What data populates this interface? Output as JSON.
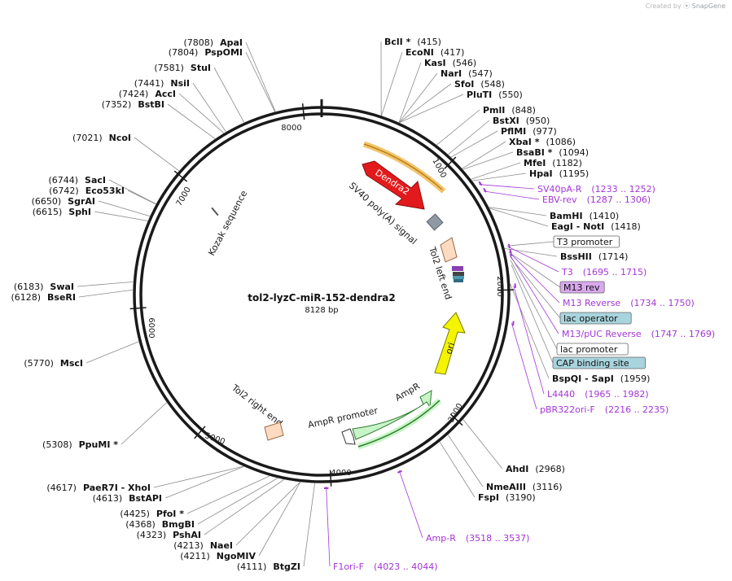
{
  "credit": {
    "prefix": "Created by",
    "brand": "SnapGene"
  },
  "plasmid": {
    "name": "tol2-lyzC-miR-152-dendra2",
    "size_label": "8128 bp",
    "total_bp": 8128
  },
  "ticks": [
    {
      "label": "1000",
      "bp": 1000
    },
    {
      "label": "2000",
      "bp": 2000
    },
    {
      "label": "3000",
      "bp": 3000
    },
    {
      "label": "4000",
      "bp": 4000
    },
    {
      "label": "5000",
      "bp": 5000
    },
    {
      "label": "6000",
      "bp": 6000
    },
    {
      "label": "7000",
      "bp": 7000
    },
    {
      "label": "8000",
      "bp": 8000
    }
  ],
  "enzymes": [
    {
      "name": "ApaI",
      "pos": "(7808)",
      "bp": 7808
    },
    {
      "name": "PspOMI",
      "pos": "(7804)",
      "bp": 7804
    },
    {
      "name": "StuI",
      "pos": "(7581)",
      "bp": 7581
    },
    {
      "name": "NsiI",
      "pos": "(7441)",
      "bp": 7441
    },
    {
      "name": "AccI",
      "pos": "(7424)",
      "bp": 7424
    },
    {
      "name": "BstBI",
      "pos": "(7352)",
      "bp": 7352
    },
    {
      "name": "NcoI",
      "pos": "(7021)",
      "bp": 7021
    },
    {
      "name": "SacI",
      "pos": "(6744)",
      "bp": 6744
    },
    {
      "name": "Eco53kI",
      "pos": "(6742)",
      "bp": 6742
    },
    {
      "name": "SgrAI",
      "pos": "(6650)",
      "bp": 6650
    },
    {
      "name": "SphI",
      "pos": "(6615)",
      "bp": 6615
    },
    {
      "name": "SwaI",
      "pos": "(6183)",
      "bp": 6183
    },
    {
      "name": "BseRI",
      "pos": "(6128)",
      "bp": 6128
    },
    {
      "name": "MscI",
      "pos": "(5770)",
      "bp": 5770
    },
    {
      "name": "PpuMI *",
      "pos": "(5308)",
      "bp": 5308
    },
    {
      "name": "PaeR7I - XhoI",
      "pos": "(4617)",
      "bp": 4617
    },
    {
      "name": "BstAPI",
      "pos": "(4613)",
      "bp": 4613
    },
    {
      "name": "PfoI *",
      "pos": "(4425)",
      "bp": 4425
    },
    {
      "name": "BmgBI",
      "pos": "(4368)",
      "bp": 4368
    },
    {
      "name": "PshAI",
      "pos": "(4323)",
      "bp": 4323
    },
    {
      "name": "NaeI",
      "pos": "(4213)",
      "bp": 4213
    },
    {
      "name": "NgoMIV",
      "pos": "(4211)",
      "bp": 4211
    },
    {
      "name": "BtgZI",
      "pos": "(4111)",
      "bp": 4111
    },
    {
      "name": "BclI *",
      "pos": "(415)",
      "bp": 415
    },
    {
      "name": "EcoNI",
      "pos": "(417)",
      "bp": 417
    },
    {
      "name": "KasI",
      "pos": "(546)",
      "bp": 546
    },
    {
      "name": "NarI",
      "pos": "(547)",
      "bp": 547
    },
    {
      "name": "SfoI",
      "pos": "(548)",
      "bp": 548
    },
    {
      "name": "PluTI",
      "pos": "(550)",
      "bp": 550
    },
    {
      "name": "PmlI",
      "pos": "(848)",
      "bp": 848
    },
    {
      "name": "BstXI",
      "pos": "(950)",
      "bp": 950
    },
    {
      "name": "PflMI",
      "pos": "(977)",
      "bp": 977
    },
    {
      "name": "XbaI *",
      "pos": "(1086)",
      "bp": 1086
    },
    {
      "name": "BsaBI *",
      "pos": "(1094)",
      "bp": 1094
    },
    {
      "name": "MfeI",
      "pos": "(1182)",
      "bp": 1182
    },
    {
      "name": "HpaI",
      "pos": "(1195)",
      "bp": 1195
    },
    {
      "name": "BamHI",
      "pos": "(1410)",
      "bp": 1410
    },
    {
      "name": "EagI - NotI",
      "pos": "(1418)",
      "bp": 1418
    },
    {
      "name": "BssHII",
      "pos": "(1714)",
      "bp": 1714
    },
    {
      "name": "BspQI - SapI",
      "pos": "(1959)",
      "bp": 1959
    },
    {
      "name": "AhdI",
      "pos": "(2968)",
      "bp": 2968
    },
    {
      "name": "NmeAIII",
      "pos": "(3116)",
      "bp": 3116
    },
    {
      "name": "FspI",
      "pos": "(3190)",
      "bp": 3190
    }
  ],
  "primers": [
    {
      "name": "SV40pA-R",
      "range": "(1233 .. 1252)",
      "bp": 1242
    },
    {
      "name": "EBV-rev",
      "range": "(1287 .. 1306)",
      "bp": 1296
    },
    {
      "name": "T3",
      "range": "(1695 .. 1715)",
      "bp": 1705
    },
    {
      "name": "M13 Reverse",
      "range": "(1734 .. 1750)",
      "bp": 1742
    },
    {
      "name": "M13/pUC Reverse",
      "range": "(1747 .. 1769)",
      "bp": 1758
    },
    {
      "name": "L4440",
      "range": "(1965 .. 1982)",
      "bp": 1973
    },
    {
      "name": "pBR322ori-F",
      "range": "(2216 .. 2235)",
      "bp": 2225
    },
    {
      "name": "Amp-R",
      "range": "(3518 .. 3537)",
      "bp": 3527
    },
    {
      "name": "F1ori-F",
      "range": "(4023 .. 4044)",
      "bp": 4033
    }
  ],
  "outer_features": [
    {
      "name": "T3 promoter",
      "fill": "#ffffff",
      "bp": 1700
    },
    {
      "name": "M13 rev",
      "fill": "#d9a8ee",
      "bp": 1745
    },
    {
      "name": "lac operator",
      "fill": "#a8d4de",
      "bp": 1775
    },
    {
      "name": "lac promoter",
      "fill": "#ffffff",
      "bp": 1800
    },
    {
      "name": "CAP binding site",
      "fill": "#a8d4de",
      "bp": 1830
    }
  ],
  "inner_features": [
    {
      "name": "Dendra2",
      "color": "#e31a1c"
    },
    {
      "name": "SV40 poly(A) signal",
      "color": "#8f9aa6"
    },
    {
      "name": "Kozak sequence",
      "color": "#888888"
    },
    {
      "name": "Tol2 left end",
      "color": "#fddbc0"
    },
    {
      "name": "ori",
      "color": "#f4f400"
    },
    {
      "name": "AmpR",
      "color": "#c7f5c7"
    },
    {
      "name": "AmpR promoter",
      "color": "#ffffff"
    },
    {
      "name": "Tol2 right end",
      "color": "#fddbc0"
    }
  ]
}
